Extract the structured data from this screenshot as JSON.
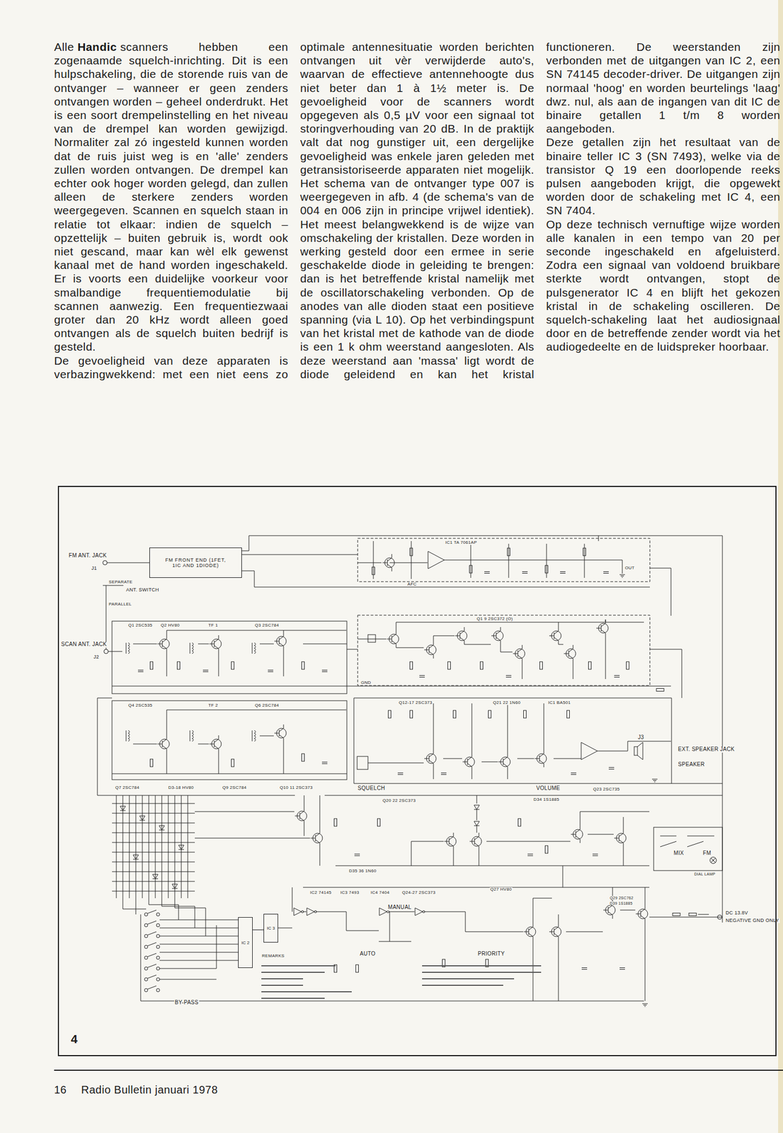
{
  "diagram": {
    "nodes": [
      {
        "text": [
          "4"
        ]
      },
      {
        "text": [
          "FM FRONT END (1FET, 1IC AND 1DIODE)"
        ],
        "in": 0
      },
      {
        "text": [
          "IC 2"
        ],
        "in": 0
      },
      {
        "text": [
          "IC 3"
        ],
        "in": 0
      }
    ],
    "edges": [
      {
        "from": 3,
        "to": 2,
        "arrow": "none"
      }
    ],
    "labels": [
      "Alle",
      "Handic",
      "scanners hebben een zogenaamde squelch-inrichting. Dit is een hulpschakeling, die de storende ruis van de ontvanger – wanneer er geen zenders ontvangen worden – geheel onderdrukt. Het is een soort drempelinstelling en het niveau van de drempel kan worden gewijzigd. Normaliter zal zó ingesteld kunnen worden dat de ruis juist weg is en 'alle' zenders zullen worden ontvangen. De drempel kan echter ook hoger worden gelegd, dan zullen alleen de sterkere zenders worden weergegeven. Scannen en squelch staan in relatie tot elkaar: indien de squelch – opzettelijk – buiten gebruik is, wordt ook niet gescand, maar kan wèl elk gewenst kanaal met de hand worden ingeschakeld. Er is voorts een duidelijke voorkeur voor smalbandige frequentiemodulatie bij scannen aanwezig. Een frequentiezwaai groter dan 20 kHz wordt alleen goed ontvangen als de squelch buiten bedrijf is gesteld.",
      "De gevoeligheid van deze apparaten is verbazingwekkend: met een niet eens zo optimale antennesituatie worden berichten ontvangen uit vèr verwijderde auto's, waarvan de effectieve antennehoogte dus niet beter dan 1 à 1½ meter is. De gevoeligheid voor de scanners wordt opgegeven als 0,5 µV voor een signaal tot storingverhouding van 20 dB. In de praktijk valt dat nog gunstiger uit, een dergelijke gevoeligheid was enkele jaren geleden met getransistoriseerde apparaten niet mogelijk. Het schema van de ontvanger type 007 is weergegeven in afb. 4 (de schema's van de 004 en 006 zijn in principe vrijwel identiek). Het meest belangwekkend is de wijze van omschakeling der kristallen. Deze worden in werking gesteld door een ermee in serie geschakelde diode in geleiding te brengen: dan is het betreffende kristal namelijk met de oscillatorschakeling verbonden. Op de anodes van alle dioden staat een positieve spanning (via L 10). Op het verbindingspunt van het kristal met de kathode van de diode is een 1 k ohm weerstand aangesloten. Als deze weerstand aan 'massa' ligt wordt de diode geleidend en kan het kristal functioneren. De weerstanden zijn verbonden met de uitgangen van IC 2, een SN 74145 decoder-driver. De uitgangen zijn normaal 'hoog' en worden beurtelings 'laag' dwz. nul, als aan de ingangen van dit IC de binaire getallen 1 t/m 8 worden aangeboden.",
      "Deze getallen zijn het resultaat van de binaire teller IC 3 (SN 7493), welke via de transistor Q 19 een doorlopende reeks pulsen aangeboden krijgt, die opgewekt worden door de schakeling met IC 4, een SN 7404.",
      "Op deze technisch vernuftige wijze worden alle kanalen in een tempo van 20 per seconde ingeschakeld en afgeluisterd. Zodra een signaal van voldoend bruikbare sterkte wordt ontvangen, stopt de pulsgenerator IC 4 en blijft het gekozen kristal in de schakeling oscilleren. De squelch-schakeling laat het audiosignaal door en de betreffende zender wordt via het audiogedeelte en de luidspreker hoorbaar.",
      "FM ANT. JACK",
      "J1",
      "SEPARATE",
      "ANT. SWITCH",
      "PARALLEL",
      "SCAN ANT. JACK",
      "J2",
      "Q1 2SC535",
      "Q2 HV80",
      "TF 1",
      "Q3 2SC784",
      "Q4 2SC535",
      "TF 2",
      "Q6 2SC784",
      "IC1 TA 7061AP",
      "Q1 9 2SC372 (O)",
      "Q12-17 2SC373",
      "Q21 22 1N60",
      "IC1 BA501",
      "EXT. SPEAKER JACK",
      "J3",
      "SPEAKER",
      "SQUELCH",
      "VOLUME",
      "Q23 2SC735",
      "D34 1S1885",
      "Q7 2SC784",
      "D3-18 HV80",
      "Q9 2SC784",
      "Q10 11 2SC373",
      "D35 36 1N60",
      "Q20 22 2SC373",
      "MIX",
      "FM",
      "DIAL LAMP",
      "IC2 74145",
      "IC3 7493",
      "IC4 7404",
      "Q24-27 2SC373",
      "Q27 HV80",
      "MANUAL",
      "AUTO",
      "PRIORITY",
      "DC 13.8V",
      "NEGATIVE GND ONLY",
      "REMARKS",
      "BY-PASS",
      "Q29 2SC762",
      "D39 1S1885",
      "OUT",
      "AFC",
      "GND",
      "16",
      "Radio Bulletin januari 1978"
    ]
  }
}
